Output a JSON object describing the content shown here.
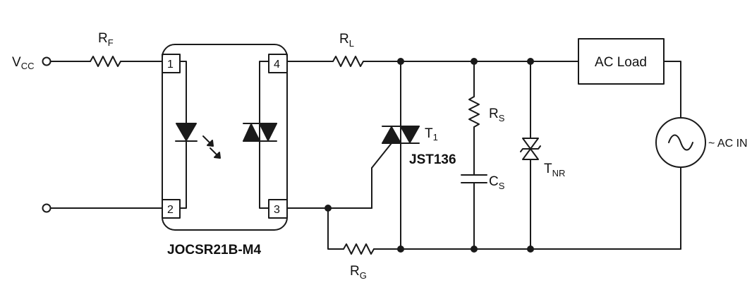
{
  "terminals": {
    "vcc": {
      "label": "V",
      "sub": "CC"
    }
  },
  "resistors": {
    "rf": {
      "label": "R",
      "sub": "F"
    },
    "rl": {
      "label": "R",
      "sub": "L"
    },
    "rs": {
      "label": "R",
      "sub": "S"
    },
    "rg": {
      "label": "R",
      "sub": "G"
    }
  },
  "capacitor": {
    "label": "C",
    "sub": "S"
  },
  "optocoupler": {
    "part_number": "JOCSR21B-M4",
    "pins": [
      "1",
      "2",
      "3",
      "4"
    ]
  },
  "triac": {
    "label": "T",
    "sub": "1",
    "part_number": "JST136"
  },
  "tvs": {
    "label": "T",
    "sub": "NR"
  },
  "load": {
    "label": "AC Load"
  },
  "source": {
    "label": "~ AC IN"
  },
  "colors": {
    "wire": "#1a1a1a",
    "background": "#ffffff"
  }
}
